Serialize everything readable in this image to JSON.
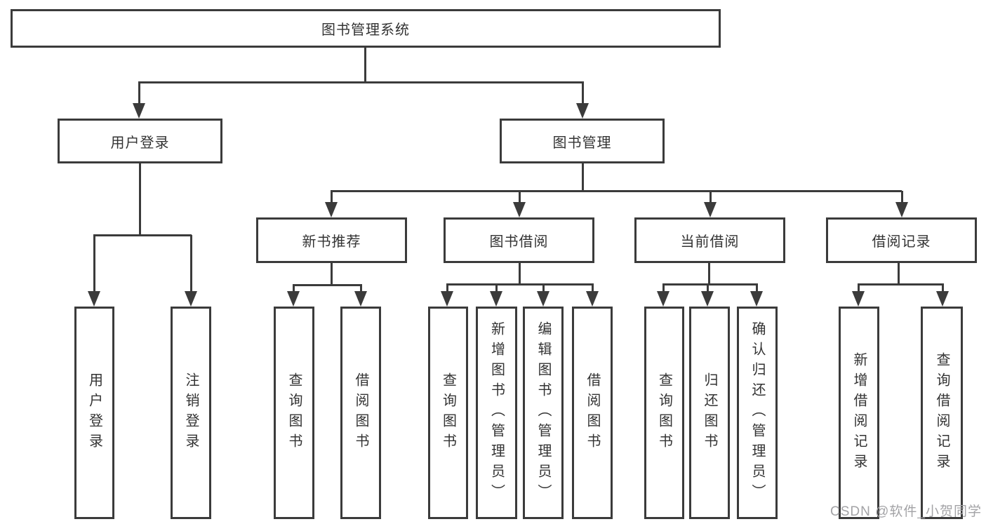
{
  "diagram": {
    "nodes": {
      "root": "图书管理系统",
      "user_login": "用户登录",
      "book_mgmt": "图书管理",
      "new_book_rec": "新书推荐",
      "book_borrow": "图书借阅",
      "current_borrow": "当前借阅",
      "borrow_records": "借阅记录",
      "leaf_user_login": "用户登录",
      "leaf_logout": "注销登录",
      "rec_query_books": "查询图书",
      "rec_borrow_books": "借阅图书",
      "bor_query_books": "查询图书",
      "bor_add_books": "新增图书（管理员）",
      "bor_edit_books": "编辑图书（管理员）",
      "bor_borrow_books": "借阅图书",
      "cur_query_books": "查询图书",
      "cur_return_books": "归还图书",
      "cur_confirm_return": "确认归还（管理员）",
      "recd_add_record": "新增借阅记录",
      "recd_query_record": "查询借阅记录"
    },
    "colors": {
      "line": "#3b3b3b",
      "text": "#333333",
      "watermark": "#a3a3a6",
      "background": "#ffffff"
    },
    "watermark": "CSDN @软件_小贺同学"
  }
}
